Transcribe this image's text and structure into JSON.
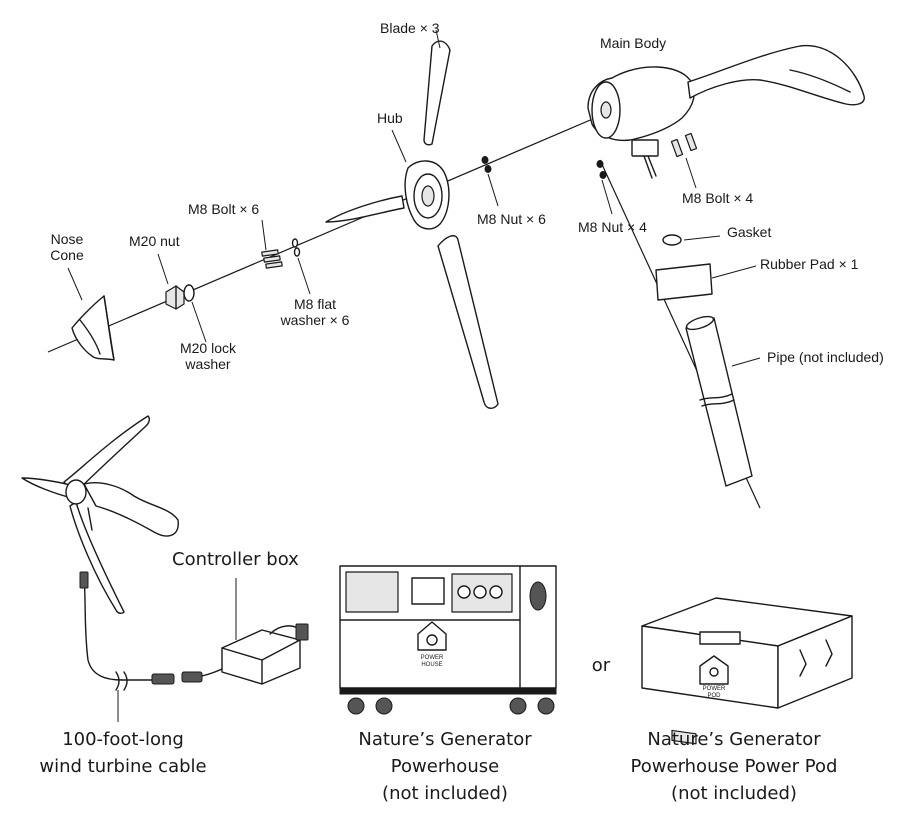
{
  "parts": {
    "blade": "Blade × 3",
    "main_body": "Main Body",
    "hub": "Hub",
    "m8_bolt_6": "M8 Bolt × 6",
    "m8_nut_6": "M8 Nut × 6",
    "m8_nut_4": "M8 Nut × 4",
    "m8_bolt_4": "M8 Bolt × 4",
    "gasket": "Gasket",
    "rubber_pad": "Rubber Pad × 1",
    "pipe": "Pipe (not included)",
    "nose_cone": [
      "Nose",
      "Cone"
    ],
    "m20_nut": "M20 nut",
    "m20_lock_washer": [
      "M20 lock",
      "washer"
    ],
    "m8_flat_washer": [
      "M8 flat",
      "washer × 6"
    ]
  },
  "kit": {
    "controller_box": "Controller box",
    "cable_caption": [
      "100-foot-long",
      "wind turbine cable"
    ],
    "powerhouse_caption": [
      "Nature’s Generator",
      "Powerhouse",
      "(not included)"
    ],
    "or": "or",
    "powerpod_caption": [
      "Nature’s Generator",
      "Powerhouse Power Pod",
      "(not included)"
    ],
    "powerhouse_logo": [
      "POWER",
      "HOUSE"
    ],
    "powerpod_logo": [
      "POWER",
      "POD"
    ]
  }
}
